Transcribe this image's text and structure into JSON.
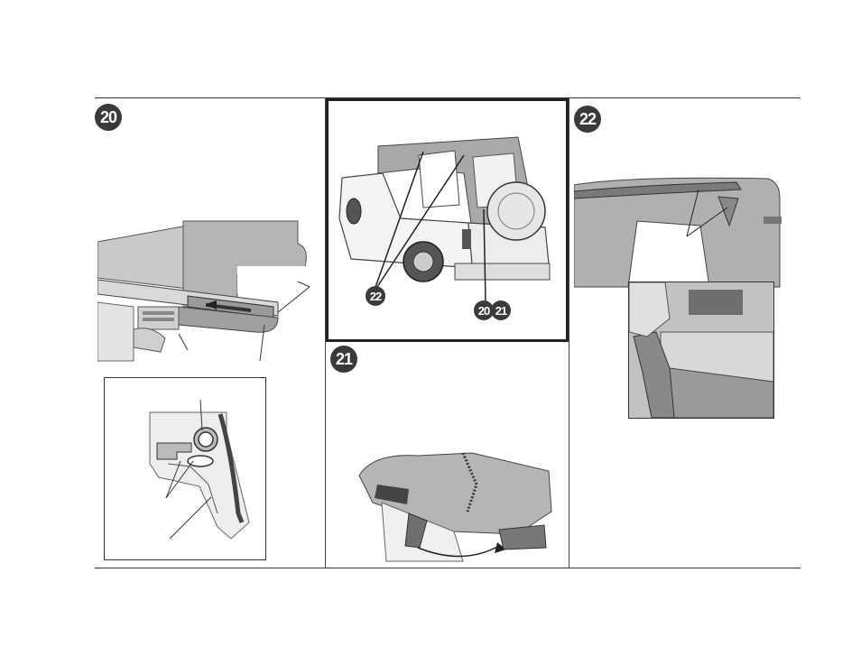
{
  "steps": [
    {
      "badge": "20",
      "description": "Step 20 – rail slide-in detail with inset cross-section"
    },
    {
      "badge": "21",
      "description": "Step 21 – fold-over of top fabric"
    },
    {
      "badge": "22",
      "description": "Step 22 – zipper detail with inset interior view"
    }
  ],
  "vehicle_callouts": {
    "a": "22",
    "b": "20",
    "c": "21"
  },
  "colors": {
    "badge_fill": "#3a3a3a",
    "fabric_gray": "#b5b5b5",
    "line": "#333333"
  }
}
